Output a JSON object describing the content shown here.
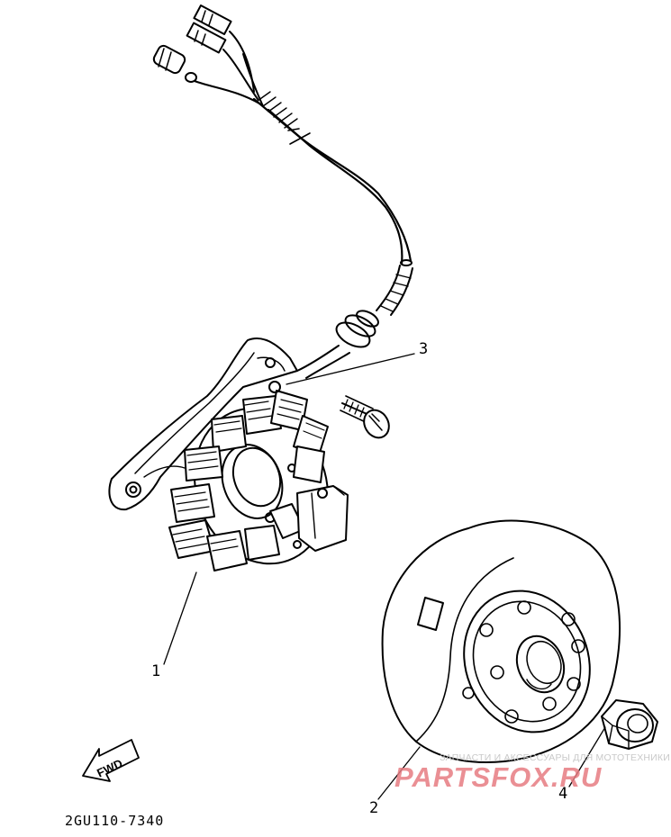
{
  "diagram": {
    "part_code": "2GU110-7340",
    "direction_label": "FWD",
    "callouts": [
      "1",
      "2",
      "3",
      "4"
    ]
  },
  "watermark": {
    "caption": "ЗАПЧАСТИ И АКСЕССУАРЫ ДЛЯ МОТОТЕХНИКИ",
    "brand": "PARTSFOX.RU",
    "brand_color": "#e77c82"
  }
}
